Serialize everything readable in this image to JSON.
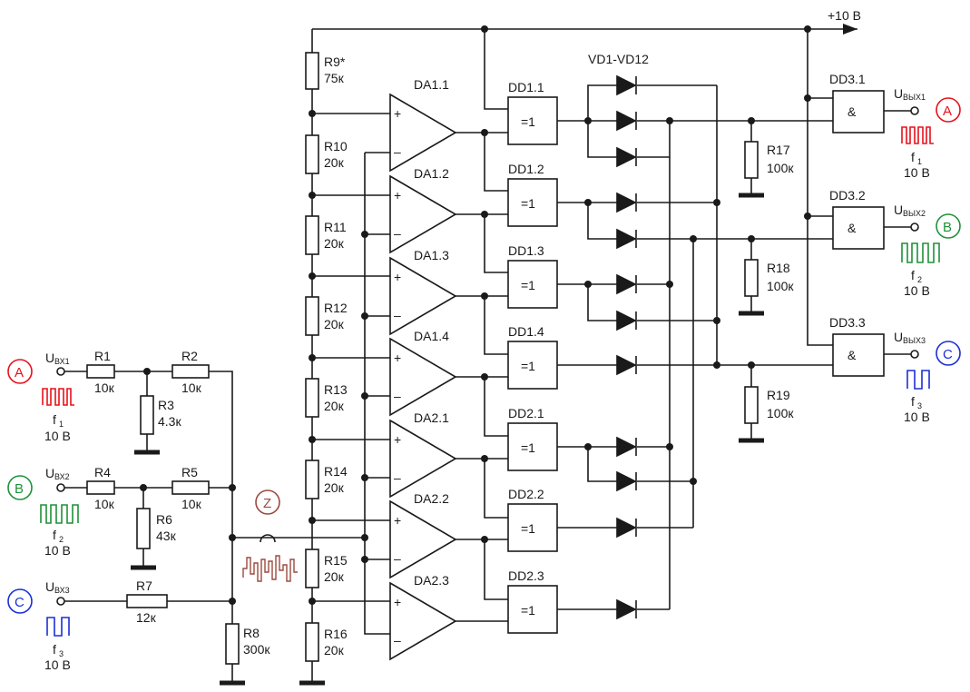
{
  "supply": {
    "label": "+10 В"
  },
  "diodes_label": "VD1-VD12",
  "markers": {
    "a": "A",
    "b": "B",
    "c": "C",
    "z": "Z"
  },
  "inputs": [
    {
      "u": "U",
      "sub": "ВХ1",
      "f": "f",
      "fsub": "1",
      "amp": "10 В",
      "color": "#e8111b"
    },
    {
      "u": "U",
      "sub": "ВХ2",
      "f": "f",
      "fsub": "2",
      "amp": "10 В",
      "color": "#1f9139"
    },
    {
      "u": "U",
      "sub": "ВХ3",
      "f": "f",
      "fsub": "3",
      "amp": "10 В",
      "color": "#1a2fd6"
    }
  ],
  "outputs": [
    {
      "u": "U",
      "sub": "ВЫХ1",
      "f": "f",
      "fsub": "1",
      "amp": "10 В"
    },
    {
      "u": "U",
      "sub": "ВЫХ2",
      "f": "f",
      "fsub": "2",
      "amp": "10 В"
    },
    {
      "u": "U",
      "sub": "ВЫХ3",
      "f": "f",
      "fsub": "3",
      "amp": "10 В"
    }
  ],
  "resistors": {
    "r1": {
      "name": "R1",
      "value": "10к"
    },
    "r2": {
      "name": "R2",
      "value": "10к"
    },
    "r3": {
      "name": "R3",
      "value": "4.3к"
    },
    "r4": {
      "name": "R4",
      "value": "10к"
    },
    "r5": {
      "name": "R5",
      "value": "10к"
    },
    "r6": {
      "name": "R6",
      "value": "43к"
    },
    "r7": {
      "name": "R7",
      "value": "12к"
    },
    "r8": {
      "name": "R8",
      "value": "300к"
    },
    "r9": {
      "name": "R9*",
      "value": "75к"
    },
    "r10": {
      "name": "R10",
      "value": "20к"
    },
    "r11": {
      "name": "R11",
      "value": "20к"
    },
    "r12": {
      "name": "R12",
      "value": "20к"
    },
    "r13": {
      "name": "R13",
      "value": "20к"
    },
    "r14": {
      "name": "R14",
      "value": "20к"
    },
    "r15": {
      "name": "R15",
      "value": "20к"
    },
    "r16": {
      "name": "R16",
      "value": "20к"
    },
    "r17": {
      "name": "R17",
      "value": "100к"
    },
    "r18": {
      "name": "R18",
      "value": "100к"
    },
    "r19": {
      "name": "R19",
      "value": "100к"
    }
  },
  "opamps": [
    "DA1.1",
    "DA1.2",
    "DA1.3",
    "DA1.4",
    "DA2.1",
    "DA2.2",
    "DA2.3"
  ],
  "xor_gates": [
    {
      "name": "DD1.1",
      "fn": "=1"
    },
    {
      "name": "DD1.2",
      "fn": "=1"
    },
    {
      "name": "DD1.3",
      "fn": "=1"
    },
    {
      "name": "DD1.4",
      "fn": "=1"
    },
    {
      "name": "DD2.1",
      "fn": "=1"
    },
    {
      "name": "DD2.2",
      "fn": "=1"
    },
    {
      "name": "DD2.3",
      "fn": "=1"
    }
  ],
  "and_gates": [
    {
      "name": "DD3.1",
      "fn": "&"
    },
    {
      "name": "DD3.2",
      "fn": "&"
    },
    {
      "name": "DD3.3",
      "fn": "&"
    }
  ],
  "opamp_pins": {
    "plus": "+",
    "minus": "–"
  },
  "colors": {
    "wire": "#1a1a1a",
    "a": "#e8111b",
    "b": "#1f9139",
    "c": "#1a2fd6",
    "z": "#9b4a3f"
  }
}
